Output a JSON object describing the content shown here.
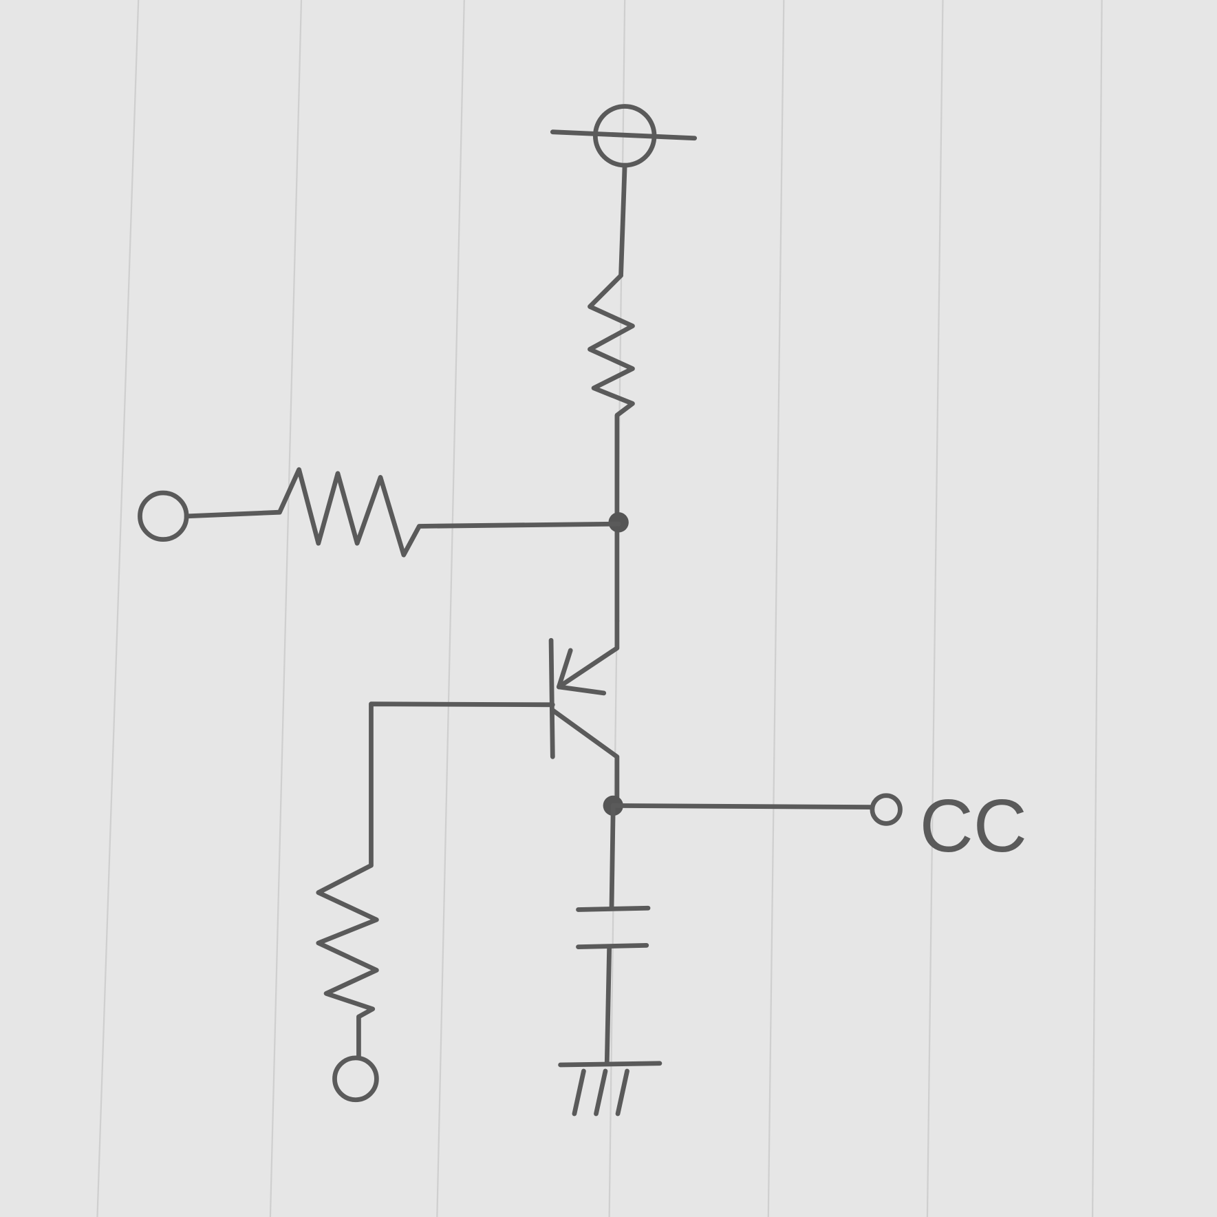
{
  "diagram": {
    "type": "hand-drawn circuit schematic",
    "output_label": "CC",
    "ink_color": "#5a5a5a",
    "paper_color": "#e6e6e6",
    "components": [
      "supply-terminal",
      "collector-resistor",
      "input-resistor",
      "pnp-transistor",
      "base-resistor",
      "capacitor",
      "ground"
    ]
  }
}
